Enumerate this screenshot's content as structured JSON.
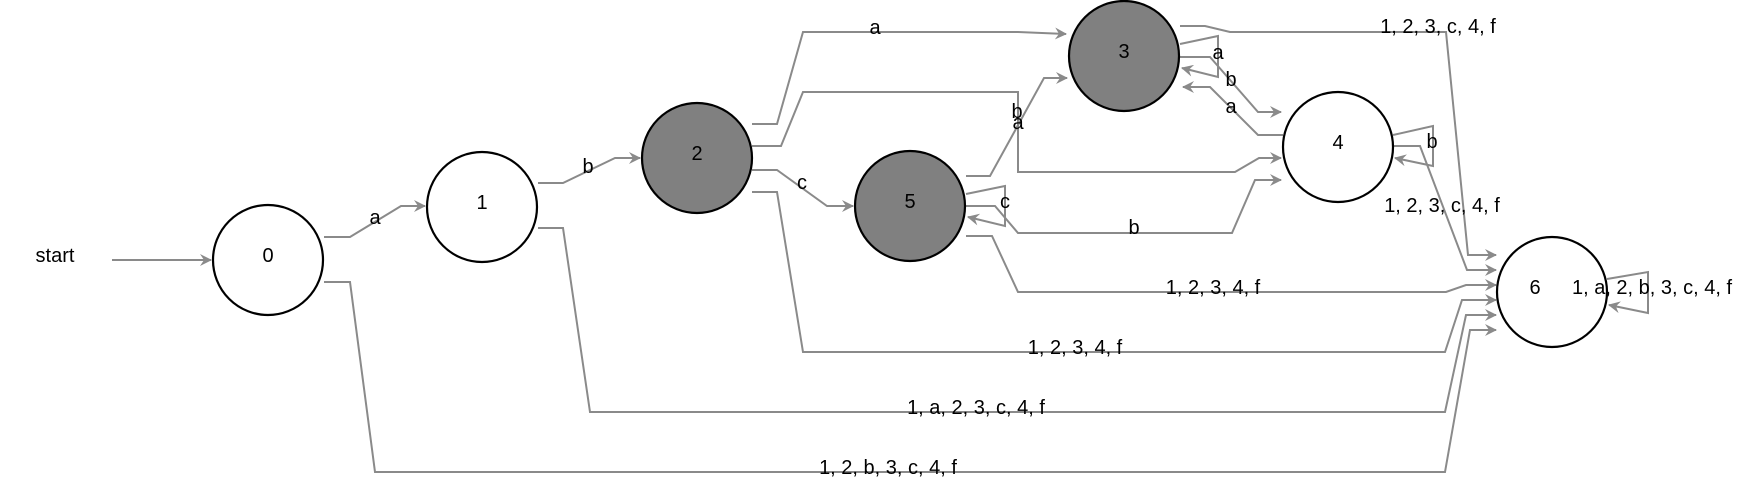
{
  "diagram": {
    "type": "finite-state-automaton",
    "start_label": "start",
    "start_state": "0",
    "colors": {
      "edge": "#8a8a8a",
      "accepting_fill": "#808080",
      "normal_fill": "#ffffff",
      "outline": "#000000"
    },
    "states": [
      {
        "id": "0",
        "label": "0",
        "accepting": false
      },
      {
        "id": "1",
        "label": "1",
        "accepting": false
      },
      {
        "id": "2",
        "label": "2",
        "accepting": true
      },
      {
        "id": "5",
        "label": "5",
        "accepting": true
      },
      {
        "id": "3",
        "label": "3",
        "accepting": true
      },
      {
        "id": "4",
        "label": "4",
        "accepting": false
      },
      {
        "id": "6",
        "label": "6",
        "accepting": false
      }
    ],
    "transitions": [
      {
        "id": "t0-1",
        "from": "0",
        "to": "1",
        "label": "a"
      },
      {
        "id": "t0-6",
        "from": "0",
        "to": "6",
        "label": "1, 2, b, 3, c, 4, f"
      },
      {
        "id": "t1-2",
        "from": "1",
        "to": "2",
        "label": "b"
      },
      {
        "id": "t1-6",
        "from": "1",
        "to": "6",
        "label": "1, a, 2, 3, c, 4, f"
      },
      {
        "id": "t2-3",
        "from": "2",
        "to": "3",
        "label": "a"
      },
      {
        "id": "t2-4",
        "from": "2",
        "to": "4",
        "label": "b"
      },
      {
        "id": "t2-5",
        "from": "2",
        "to": "5",
        "label": "c"
      },
      {
        "id": "t2-6",
        "from": "2",
        "to": "6",
        "label": "1, 2, 3, 4, f"
      },
      {
        "id": "t5-3",
        "from": "5",
        "to": "3",
        "label": "a"
      },
      {
        "id": "t5-5",
        "from": "5",
        "to": "5",
        "label": "c"
      },
      {
        "id": "t5-4",
        "from": "5",
        "to": "4",
        "label": "b"
      },
      {
        "id": "t5-6",
        "from": "5",
        "to": "6",
        "label": "1, 2, 3, 4, f"
      },
      {
        "id": "t3-3",
        "from": "3",
        "to": "3",
        "label": "a"
      },
      {
        "id": "t3-4",
        "from": "3",
        "to": "4",
        "label": "b"
      },
      {
        "id": "t3-6",
        "from": "3",
        "to": "6",
        "label": "1, 2, 3, c, 4, f"
      },
      {
        "id": "t4-3",
        "from": "4",
        "to": "3",
        "label": "a"
      },
      {
        "id": "t4-4",
        "from": "4",
        "to": "4",
        "label": "b"
      },
      {
        "id": "t4-6",
        "from": "4",
        "to": "6",
        "label": "1, 2, 3, c, 4, f"
      },
      {
        "id": "t6-6",
        "from": "6",
        "to": "6",
        "label": "1, a, 2, b, 3, c, 4, f"
      }
    ]
  }
}
